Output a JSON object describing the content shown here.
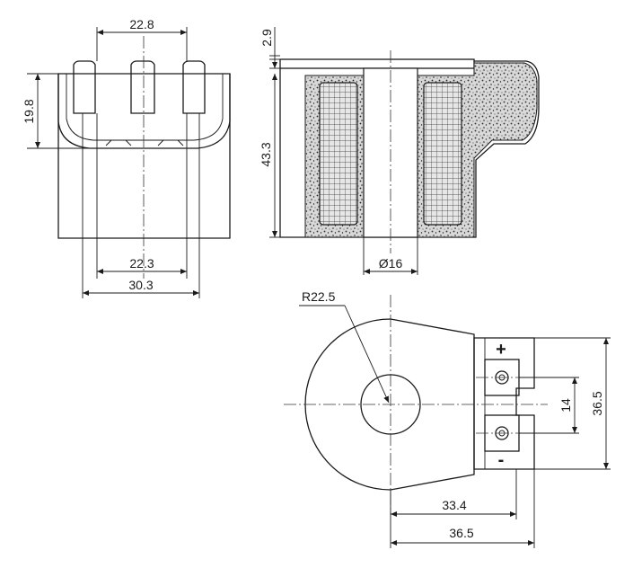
{
  "front_view": {
    "dim_top": "22.8",
    "dim_height": "19.8",
    "dim_inner": "22.3",
    "dim_outer": "30.3"
  },
  "section_view": {
    "dim_top": "2.9",
    "dim_height": "43.3",
    "dim_bore": "Ø16"
  },
  "plan_view": {
    "dim_radius": "R22.5",
    "dim_pitch": "14",
    "dim_height": "36.5",
    "dim_center_to_edge": "33.4",
    "dim_overall": "36.5",
    "terminal_plus": "+",
    "terminal_minus": "-"
  },
  "colors": {
    "line": "#1a1a1a",
    "coil_fill": "#dcdcdc"
  }
}
